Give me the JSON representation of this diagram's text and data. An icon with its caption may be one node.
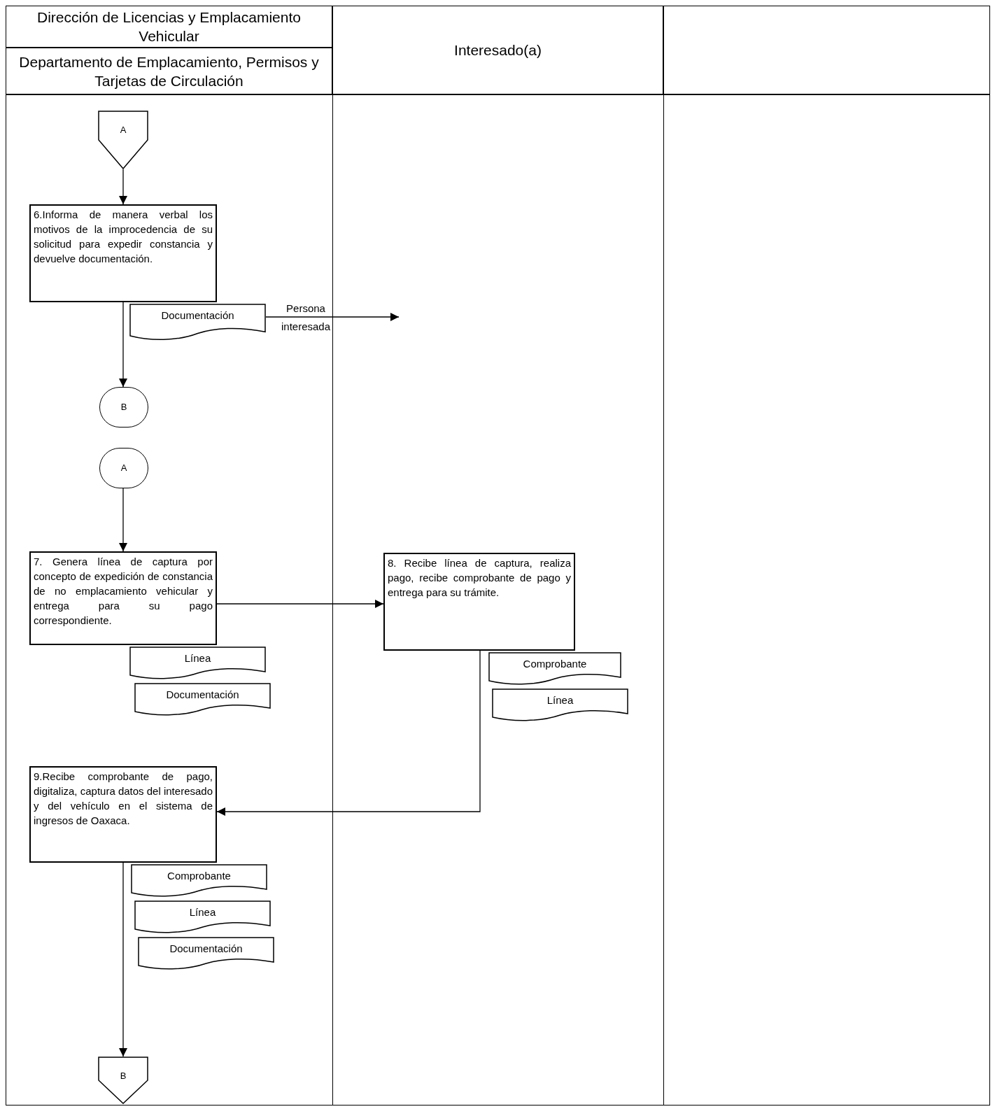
{
  "diagram": {
    "nodes": [
      {
        "text": [
          "Dirección de Licencias y Emplacamiento Vehicular"
        ]
      },
      {
        "text": [
          "Departamento de Emplacamiento, Permisos y Tarjetas de Circulación"
        ]
      },
      {
        "text": [
          "Interesado(a)"
        ]
      },
      {
        "text": [
          "A"
        ]
      },
      {
        "text": [
          "6.Informa de manera verbal los motivos de la improcedencia de su solicitud para expedir constancia y devuelve documentación."
        ]
      },
      {
        "text": [
          "Documentación"
        ]
      },
      {
        "text": [
          "B"
        ]
      },
      {
        "text": [
          "A"
        ]
      },
      {
        "text": [
          "7. Genera línea de captura por concepto de expedición de constancia de no emplacamiento vehicular y entrega para su pago correspondiente."
        ]
      },
      {
        "text": [
          "Línea"
        ]
      },
      {
        "text": [
          "Documentación"
        ]
      },
      {
        "text": [
          "8. Recibe línea de captura, realiza pago, recibe comprobante de pago y entrega para su trámite."
        ]
      },
      {
        "text": [
          "Comprobante"
        ]
      },
      {
        "text": [
          "Línea"
        ]
      },
      {
        "text": [
          "9.Recibe comprobante de pago, digitaliza, captura datos del interesado y del vehículo en el sistema de ingresos de Oaxaca."
        ]
      },
      {
        "text": [
          "Comprobante"
        ]
      },
      {
        "text": [
          "Línea"
        ]
      },
      {
        "text": [
          "Documentación"
        ]
      },
      {
        "text": [
          "B"
        ]
      }
    ],
    "edges": [
      {
        "from": 3,
        "to": 4,
        "arrow": "to"
      },
      {
        "from": 4,
        "to": 6,
        "arrow": "to"
      },
      {
        "from": 5,
        "to": null,
        "arrow": "to",
        "label": "Persona interesada"
      },
      {
        "from": 7,
        "to": 8,
        "arrow": "to"
      },
      {
        "from": 8,
        "to": 11,
        "arrow": "to"
      },
      {
        "from": 11,
        "to": 14,
        "arrow": "to"
      },
      {
        "from": 14,
        "to": 18,
        "arrow": "to"
      }
    ]
  }
}
